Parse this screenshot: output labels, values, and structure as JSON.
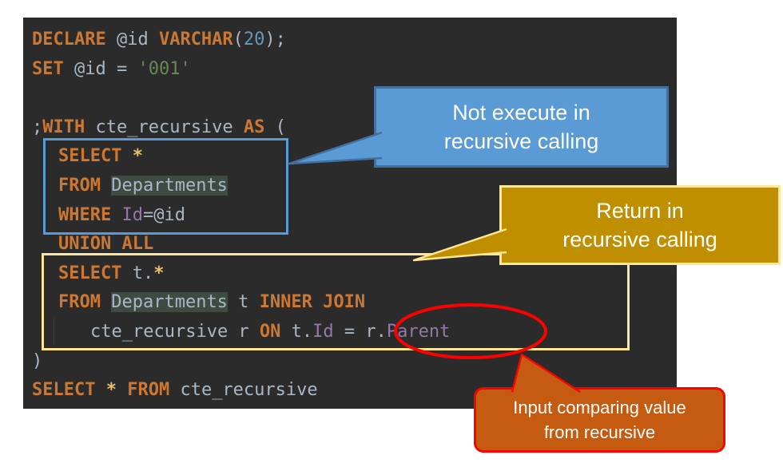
{
  "theme": {
    "page_bg": "#ffffff",
    "editor_bg": "#2b2b2b",
    "blue_fill": "#5b9bd5",
    "blue_border": "#41719c",
    "gold_fill": "#bf8f00",
    "gold_border": "#ffe699",
    "orange_fill": "#c55a11",
    "orange_border": "#ff0000",
    "callout_text": "#ffffff",
    "blue_rect_border": "#5b9bd5",
    "yellow_rect_border": "#ffe699",
    "red_circle": "#ff0000",
    "table_highlight_bg": "#3e4b41",
    "indent_guide": "#3f3f3f"
  },
  "editor": {
    "token_colors": {
      "kw": "#cc7832",
      "plain": "#a9b7c6",
      "num": "#6897bb",
      "str": "#6a8759",
      "field": "#9876aa",
      "star": "#e8bf6a",
      "table": "#a9b7c6"
    },
    "lines": [
      {
        "indent": 0,
        "tokens": [
          {
            "c": "kw",
            "t": "DECLARE "
          },
          {
            "c": "plain",
            "t": "@id "
          },
          {
            "c": "kw",
            "t": "VARCHAR"
          },
          {
            "c": "plain",
            "t": "("
          },
          {
            "c": "num",
            "t": "20"
          },
          {
            "c": "plain",
            "t": ");"
          }
        ]
      },
      {
        "indent": 0,
        "tokens": [
          {
            "c": "kw",
            "t": "SET "
          },
          {
            "c": "plain",
            "t": "@id = "
          },
          {
            "c": "str",
            "t": "'001'"
          }
        ]
      },
      {
        "indent": 0,
        "tokens": []
      },
      {
        "indent": 0,
        "tokens": [
          {
            "c": "plain",
            "t": ";"
          },
          {
            "c": "kw",
            "t": "WITH "
          },
          {
            "c": "plain",
            "t": "cte_recursive "
          },
          {
            "c": "kw",
            "t": "AS "
          },
          {
            "c": "plain",
            "t": "("
          }
        ]
      },
      {
        "indent": 1,
        "tokens": [
          {
            "c": "kw",
            "t": "SELECT "
          },
          {
            "c": "star",
            "t": "*"
          }
        ]
      },
      {
        "indent": 1,
        "tokens": [
          {
            "c": "kw",
            "t": "FROM "
          },
          {
            "c": "table",
            "t": "Departments"
          }
        ]
      },
      {
        "indent": 1,
        "tokens": [
          {
            "c": "kw",
            "t": "WHERE "
          },
          {
            "c": "field",
            "t": "Id"
          },
          {
            "c": "plain",
            "t": "=@id"
          }
        ]
      },
      {
        "indent": 1,
        "tokens": [
          {
            "c": "kw",
            "t": "UNION ALL"
          }
        ]
      },
      {
        "indent": 1,
        "tokens": [
          {
            "c": "kw",
            "t": "SELECT "
          },
          {
            "c": "plain",
            "t": "t."
          },
          {
            "c": "star",
            "t": "*"
          }
        ]
      },
      {
        "indent": 1,
        "tokens": [
          {
            "c": "kw",
            "t": "FROM "
          },
          {
            "c": "table",
            "t": "Departments"
          },
          {
            "c": "plain",
            "t": " t "
          },
          {
            "c": "kw",
            "t": "INNER JOIN"
          }
        ]
      },
      {
        "indent": 2,
        "tokens": [
          {
            "c": "plain",
            "t": "cte_recursive r "
          },
          {
            "c": "kw",
            "t": "ON "
          },
          {
            "c": "plain",
            "t": "t."
          },
          {
            "c": "field",
            "t": "Id"
          },
          {
            "c": "plain",
            "t": " = r."
          },
          {
            "c": "field",
            "t": "Parent"
          }
        ]
      },
      {
        "indent": 0,
        "tokens": [
          {
            "c": "plain",
            "t": ")"
          }
        ]
      },
      {
        "indent": 0,
        "tokens": [
          {
            "c": "kw",
            "t": "SELECT "
          },
          {
            "c": "star",
            "t": "*"
          },
          {
            "c": "kw",
            "t": " FROM "
          },
          {
            "c": "plain",
            "t": "cte_recursive"
          }
        ]
      }
    ]
  },
  "callout_blue": {
    "line1": "Not execute in",
    "line2": "recursive calling"
  },
  "callout_gold": {
    "line1": "Return in",
    "line2": "recursive calling"
  },
  "callout_orange": {
    "line1": "Input comparing value",
    "line2": "from recursive"
  }
}
